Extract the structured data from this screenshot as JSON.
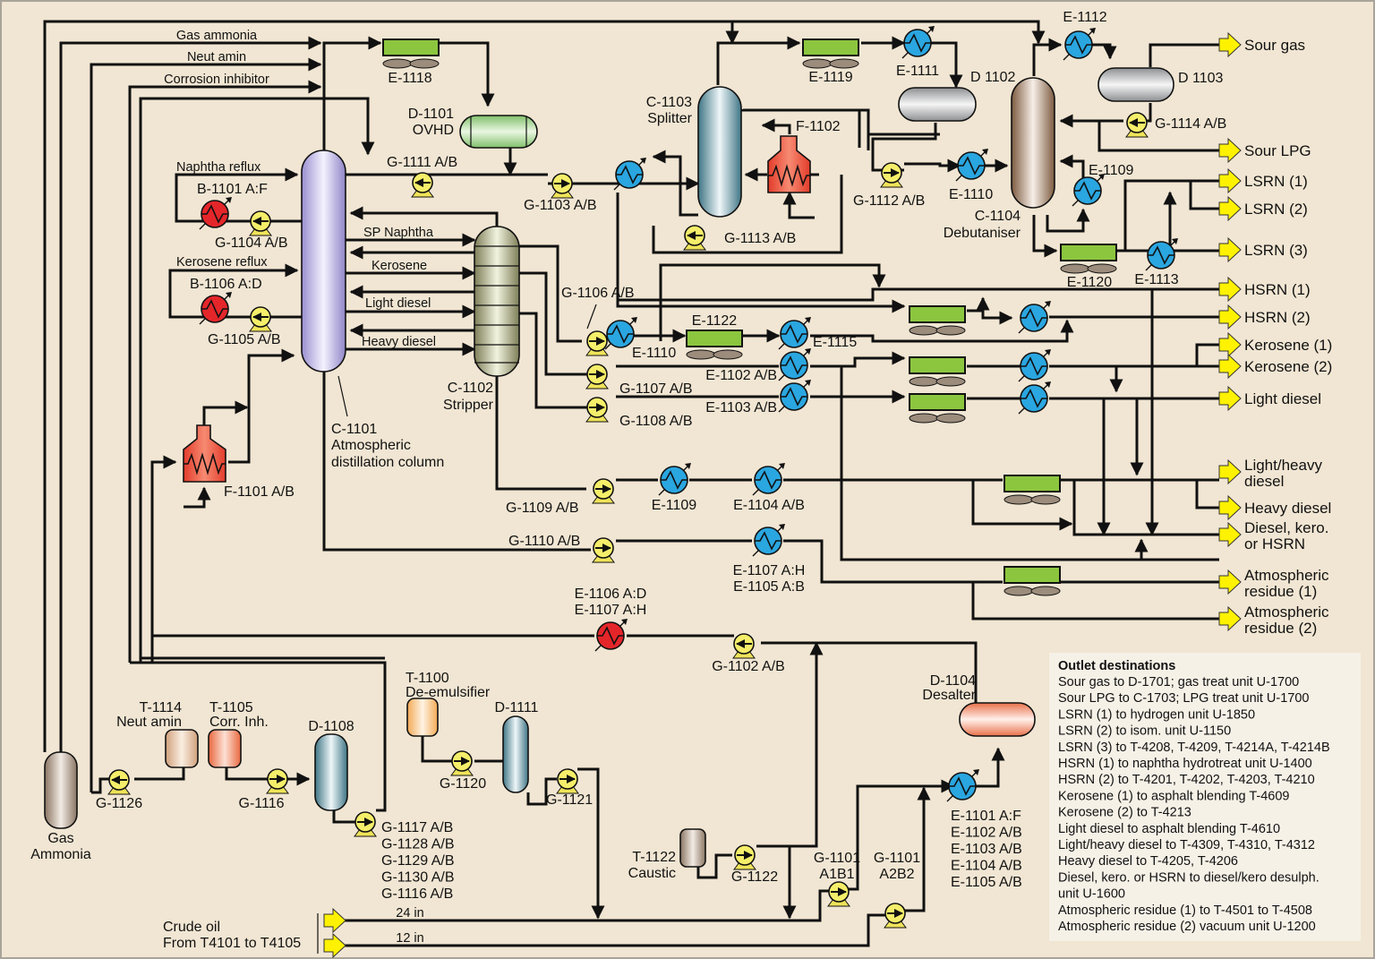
{
  "diagram": {
    "feed_lines": {
      "gas_ammonia": "Gas ammonia",
      "neut_amin": "Neut amin",
      "corrosion_inhibitor": "Corrosion inhibitor",
      "naphtha_reflux": "Naphtha reflux",
      "kerosene_reflux": "Kerosene reflux",
      "sp_naphtha": "SP Naphtha",
      "kerosene": "Kerosene",
      "light_diesel": "Light diesel",
      "heavy_diesel": "Heavy diesel",
      "pipe_24": "24 in",
      "pipe_12": "12 in"
    },
    "equipment": {
      "e1118": "E-1118",
      "d1101_a": "D-1101",
      "d1101_b": "OVHD",
      "g1111": "G-1111 A/B",
      "g1103": "G-1103 A/B",
      "b1101": "B-1101 A:F",
      "g1104": "G-1104 A/B",
      "b1106": "B-1106 A:D",
      "g1105": "G-1105 A/B",
      "f1101": "F-1101 A/B",
      "c1101_a": "C-1101",
      "c1101_b": "Atmospheric",
      "c1101_c": "distillation column",
      "c1102_a": "C-1102",
      "c1102_b": "Stripper",
      "c1103_a": "C-1103",
      "c1103_b": "Splitter",
      "f1102": "F-1102",
      "g1113": "G-1113 A/B",
      "e1119": "E-1119",
      "e1111": "E-1111",
      "d1102": "D 1102",
      "g1112": "G-1112 A/B",
      "e1110_top": "E-1110",
      "c1104_a": "C-1104",
      "c1104_b": "Debutaniser",
      "e1112": "E-1112",
      "d1103": "D 1103",
      "g1114": "G-1114 A/B",
      "e1109_top": "E-1109",
      "e1120": "E-1120",
      "e1113": "E-1113",
      "g1106": "G-1106 A/B",
      "e1110_mid": "E-1110",
      "e1122": "E-1122",
      "e1115": "E-1115",
      "e1102": "E-1102 A/B",
      "g1107": "G-1107 A/B",
      "e1103": "E-1103 A/B",
      "g1108": "G-1108 A/B",
      "g1109": "G-1109 A/B",
      "e1109_low": "E-1109",
      "e1104": "E-1104 A/B",
      "g1110": "G-1110 A/B",
      "e1107_a": "E-1107 A:H",
      "e1105_a": "E-1105 A:B",
      "e1106_a": "E-1106 A:D",
      "e1107_b": "E-1107 A:H",
      "g1102": "G-1102 A/B",
      "d1104_a": "D-1104",
      "d1104_b": "Desalter",
      "t1100_a": "T-1100",
      "t1100_b": "De-emulsifier",
      "d1111": "D-1111",
      "g1120": "G-1120",
      "g1121": "G-1121",
      "t1114_a": "T-1114",
      "t1114_b": "Neut amin",
      "t1105_a": "T-1105",
      "t1105_b": "Corr. Inh.",
      "d1108": "D-1108",
      "g1126": "G-1126",
      "g1116": "G-1116",
      "gas_amm_a": "Gas",
      "gas_amm_b": "Ammonia",
      "g_pumps": [
        "G-1117 A/B",
        "G-1128 A/B",
        "G-1129 A/B",
        "G-1130 A/B",
        "G-1116 A/B"
      ],
      "t1122_a": "T-1122",
      "t1122_b": "Caustic",
      "g1122": "G-1122",
      "g1101a_a": "G-1101",
      "g1101a_b": "A1B1",
      "g1101b_a": "G-1101",
      "g1101b_b": "A2B2",
      "e_hx_list": [
        "E-1101 A:F",
        "E-1102 A/B",
        "E-1103 A/B",
        "E-1104 A/B",
        "E-1105 A/B"
      ],
      "crude_a": "Crude oil",
      "crude_b": "From T4101 to T4105"
    },
    "outlets": [
      {
        "label": "Sour gas"
      },
      {
        "label": "Sour LPG"
      },
      {
        "label": "LSRN (1)"
      },
      {
        "label": "LSRN (2)"
      },
      {
        "label": "LSRN (3)"
      },
      {
        "label": "HSRN (1)"
      },
      {
        "label": "HSRN (2)"
      },
      {
        "label": "Kerosene (1)"
      },
      {
        "label": "Kerosene (2)"
      },
      {
        "label": "Light diesel"
      },
      {
        "label": "Light/heavy",
        "label2": "diesel"
      },
      {
        "label": "Heavy diesel"
      },
      {
        "label": "Diesel, kero.",
        "label2": "or HSRN"
      },
      {
        "label": "Atmospheric",
        "label2": "residue (1)"
      },
      {
        "label": "Atmospheric",
        "label2": "residue (2)"
      }
    ],
    "legend": {
      "title": "Outlet destinations",
      "lines": [
        "Sour gas to D-1701; gas treat unit U-1700",
        "Sour LPG to C-1703; LPG treat unit U-1700",
        "LSRN (1) to hydrogen unit U-1850",
        "LSRN (2) to isom. unit U-1150",
        "LSRN (3) to T-4208, T-4209, T-4214A, T-4214B",
        "HSRN (1) to naphtha hydrotreat unit U-1400",
        "HSRN (2) to T-4201, T-4202, T-4203, T-4210",
        "Kerosene (1) to asphalt blending T-4609",
        "Kerosene (2) to T-4213",
        "Light diesel to asphalt blending T-4610",
        "Light/heavy diesel to T-4309, T-4310, T-4312",
        "Heavy diesel to T-4205, T-4206",
        "Diesel, kero. or HSRN to diesel/kero desulph.",
        "unit U-1600",
        "Atmospheric residue (1) to T-4501 to T-4508",
        "Atmospheric residue (2) vacuum unit U-1200"
      ]
    }
  }
}
